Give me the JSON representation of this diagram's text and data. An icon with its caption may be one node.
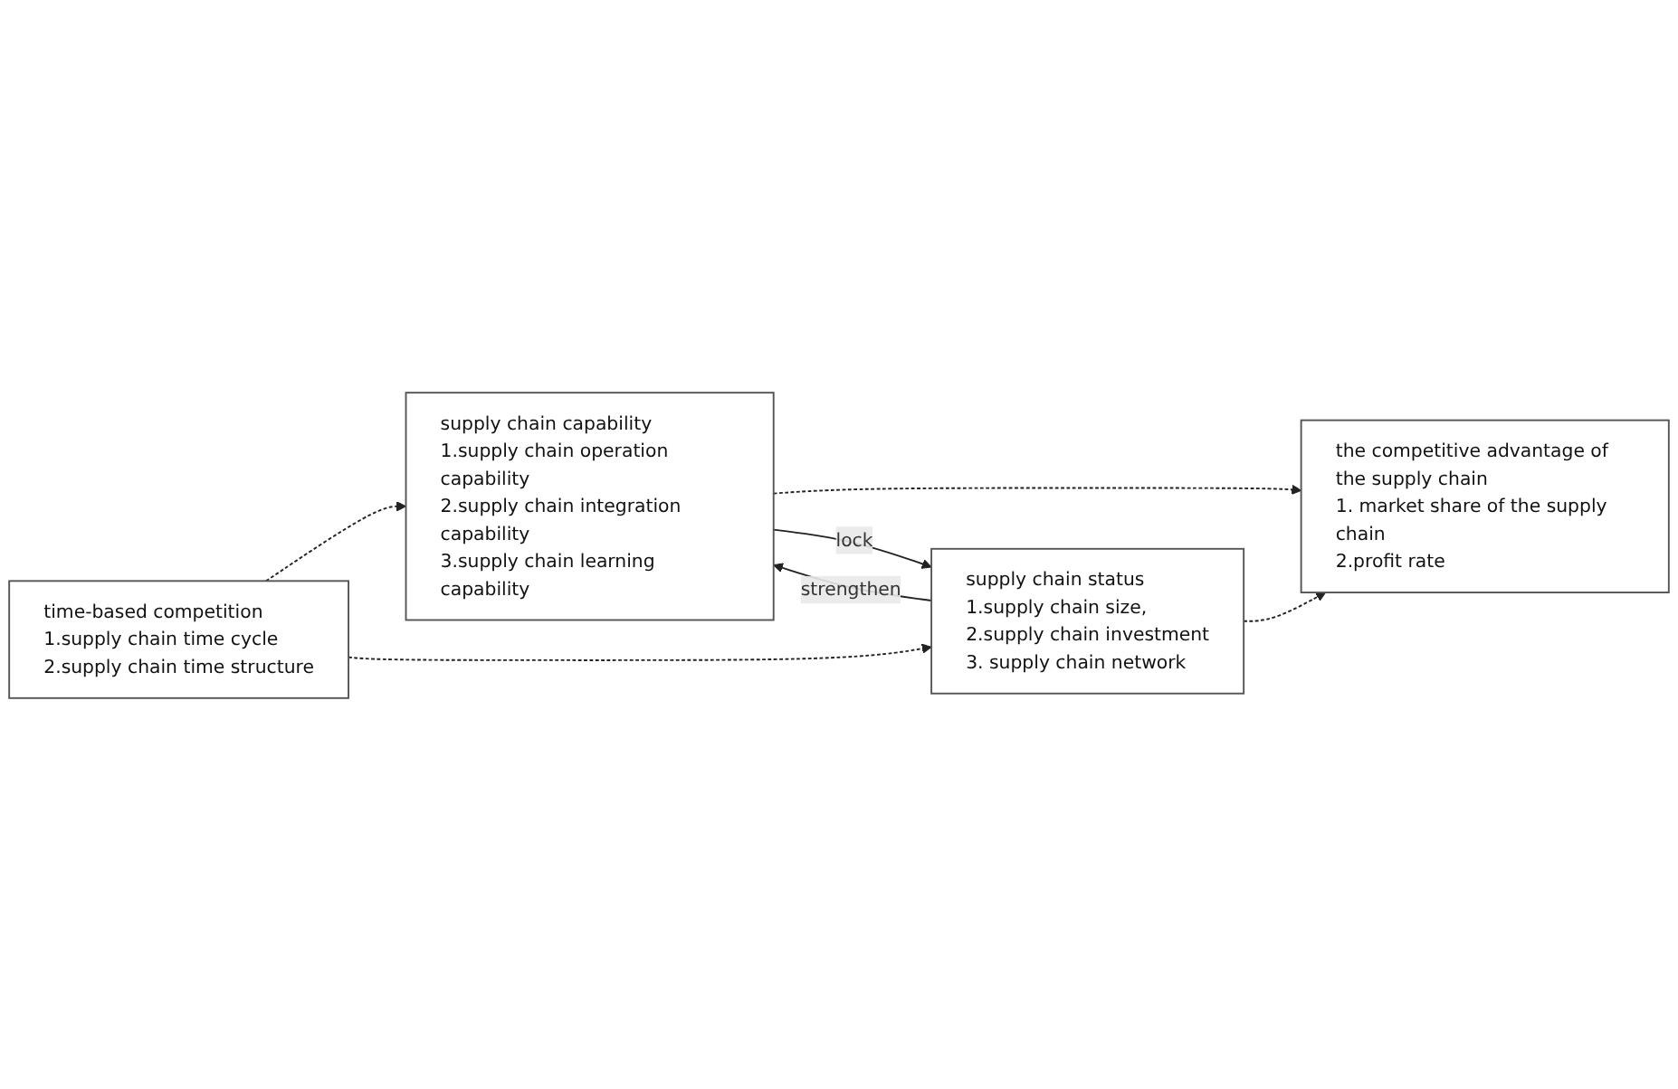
{
  "diagram": {
    "nodes": [
      {
        "text": [
          "time-based competition",
          "1.supply chain time cycle",
          "2.supply chain time structure"
        ]
      },
      {
        "text": [
          "supply chain capability",
          "1.supply chain operation capability",
          "2.supply chain integration capability",
          "3.supply chain learning capability"
        ]
      },
      {
        "text": [
          "supply chain status",
          "1.supply chain size,",
          "2.supply chain investment",
          "3. supply chain network"
        ]
      },
      {
        "text": [
          "the competitive advantage of the supply chain",
          "1. market share of the supply chain",
          "2.profit rate"
        ]
      }
    ],
    "edges": [
      {
        "from": 0,
        "to": 1,
        "arrow": "to",
        "style": "dashed"
      },
      {
        "from": 0,
        "to": 2,
        "arrow": "to",
        "style": "dashed"
      },
      {
        "from": 1,
        "to": 3,
        "arrow": "to",
        "style": "dashed"
      },
      {
        "from": 2,
        "to": 3,
        "arrow": "to",
        "style": "dashed"
      },
      {
        "from": 2,
        "to": 1,
        "arrow": "to",
        "label": "strengthen"
      },
      {
        "from": 1,
        "to": 2,
        "arrow": "to",
        "label": "lock"
      }
    ]
  }
}
